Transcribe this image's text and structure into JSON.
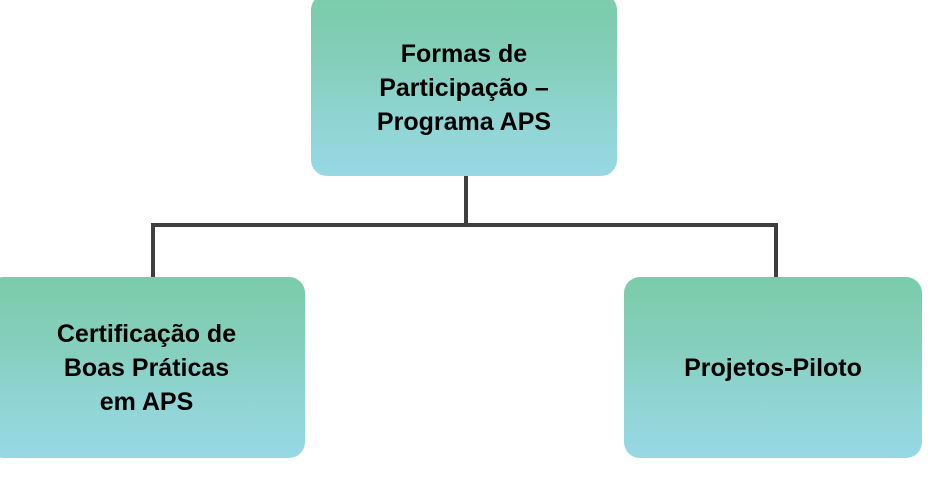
{
  "diagram": {
    "type": "org-chart",
    "background_color": "#ffffff",
    "connector_color": "#3f3f42",
    "node_gradient_top": "#7bcbab",
    "node_gradient_bottom": "#97d8e4",
    "text_color": "#000000",
    "root": {
      "label": "Formas de\nParticipação –\nPrograma APS"
    },
    "children": [
      {
        "label": "Certificação de\nBoas Práticas\nem APS"
      },
      {
        "label": "Projetos-Piloto"
      }
    ]
  }
}
